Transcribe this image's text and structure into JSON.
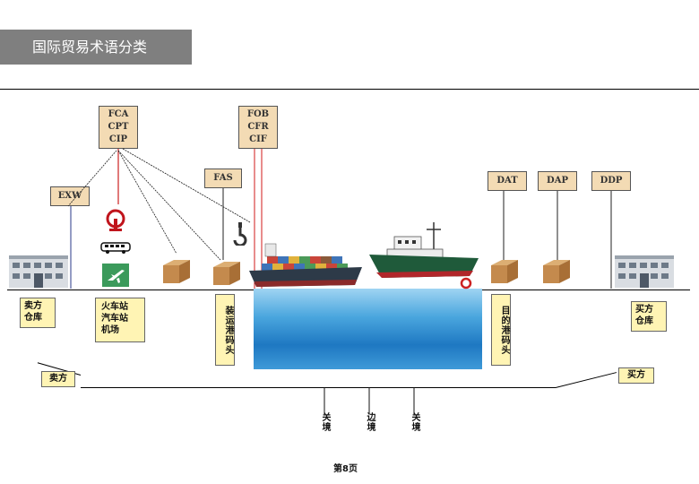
{
  "title": "国际贸易术语分类",
  "terms": {
    "group_f": "FCA\nCPT\nCIP",
    "group_fob": "FOB\nCFR\nCIF",
    "exw": "EXW",
    "fas": "FAS",
    "dat": "DAT",
    "dap": "DAP",
    "ddp": "DDP"
  },
  "locations": {
    "seller_warehouse": "卖方\n仓库",
    "stations": "火车站\n汽车站\n机场",
    "loading_port": "装运港码头",
    "destination_port": "目的港码头",
    "buyer_warehouse": "买方\n仓库"
  },
  "parties": {
    "seller": "卖方",
    "buyer": "买方"
  },
  "gates": {
    "customs_left": "关境",
    "border": "边境",
    "customs_right": "关境"
  },
  "page_number": "第8页",
  "colors": {
    "title_bg": "#7f7f7f",
    "term_bg": "#f3dbb4",
    "label_bg": "#fff4b4",
    "sea": "#1e78c2",
    "fob_line": "#d11a1a"
  },
  "icons": [
    "railway-icon",
    "bus-icon",
    "airplane-icon",
    "crane-hook-icon",
    "cargo-box-icon",
    "container-ship-icon",
    "tugboat-icon",
    "warehouse-icon"
  ]
}
